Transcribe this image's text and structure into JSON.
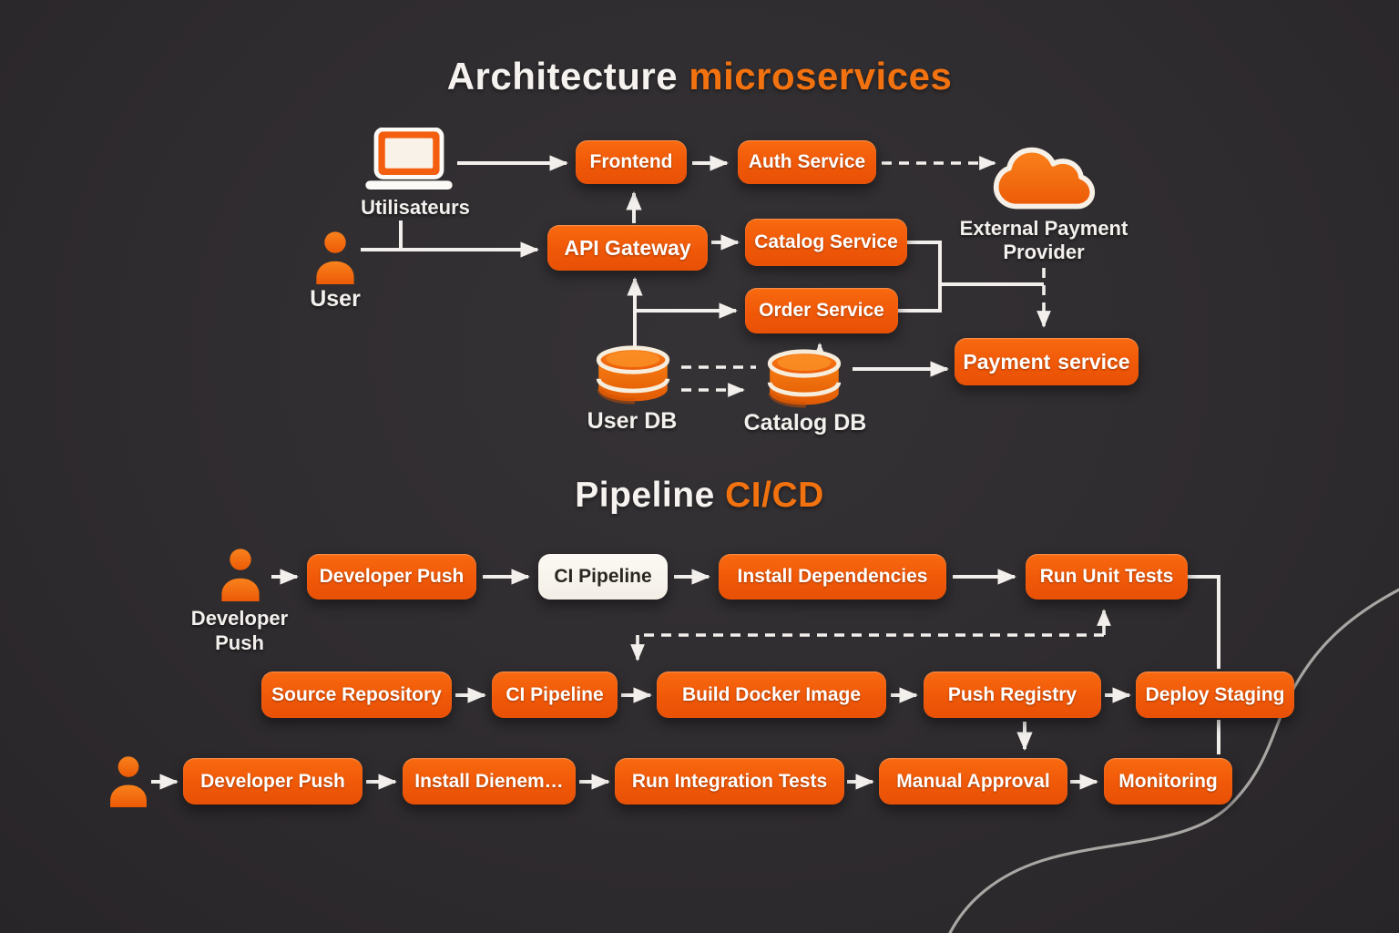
{
  "titles": {
    "architecture": {
      "white": "Architecture",
      "accent": "microservices"
    },
    "pipeline": {
      "white": "Pipeline",
      "accent": "CI/CD"
    }
  },
  "colors": {
    "background": "#2f2c2f",
    "box_orange": "#f05808",
    "accent_text": "#f2720f",
    "light_box": "#f8f4ee",
    "arrow": "#f2efec"
  },
  "icons": {
    "laptop": "laptop-icon",
    "person": "person-icon",
    "cloud": "cloud-icon",
    "database": "database-cylinder-icon"
  },
  "architecture": {
    "frontend": "Frontend",
    "auth_service": "Auth Service",
    "api_gateway": "API Gateway",
    "catalog_service": "Catalog Service",
    "order_service": "Order Service",
    "payment_service": {
      "a": "Payment",
      "b": "service"
    },
    "labels": {
      "utilisateurs": "Utilisateurs",
      "user": "User",
      "cloud_line1": "External Payment",
      "cloud_line2": "Provider",
      "user_db": "User DB",
      "catalog_db": "Catalog DB"
    }
  },
  "pipeline": {
    "developer_label": {
      "line1": "Developer",
      "line2": "Push"
    },
    "row1": [
      "Developer Push",
      "CI Pipeline",
      "Install Dependencies",
      "Run Unit Tests"
    ],
    "row2": [
      "Source Repository",
      "CI Pipeline",
      "Build Docker Image",
      "Push Registry",
      "Deploy Staging"
    ],
    "row3": [
      "Developer Push",
      "Install Dienem…",
      "Run Integration Tests",
      "Manual Approval",
      "Monitoring"
    ]
  }
}
